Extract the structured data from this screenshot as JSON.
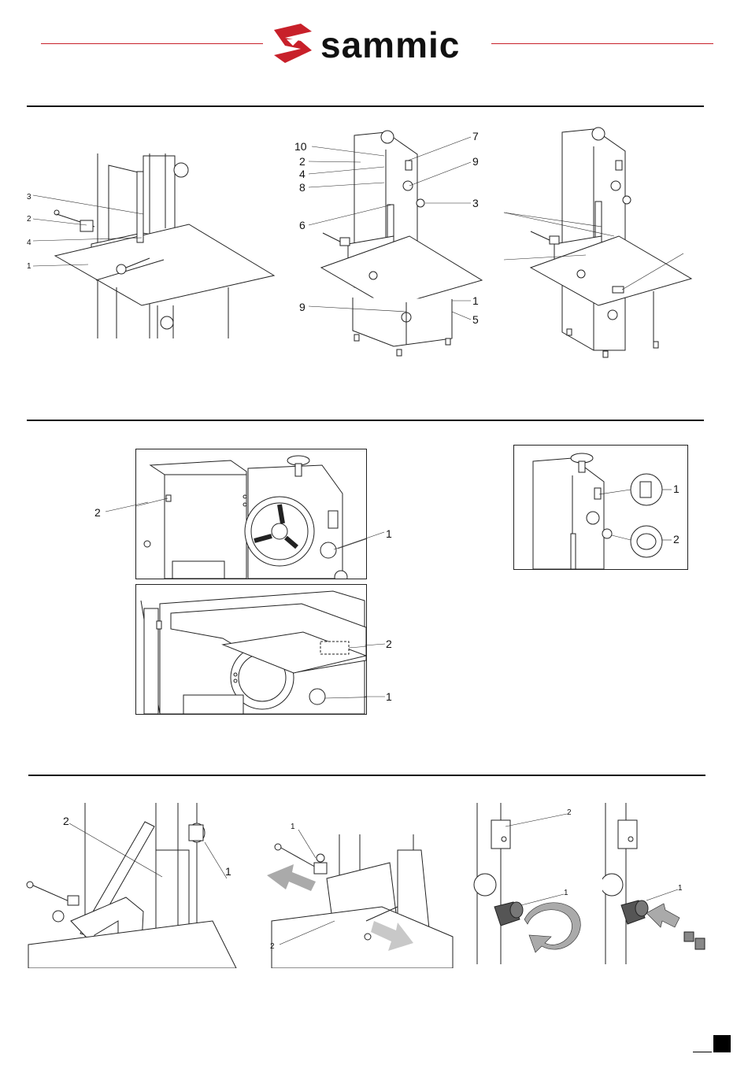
{
  "header": {
    "brand_name": "sammic",
    "brand_color": "#c8202a"
  },
  "section1": {
    "fig_a_labels": [
      "3",
      "2",
      "4",
      "1"
    ],
    "fig_b_labels_left": [
      "10",
      "2",
      "4",
      "8",
      "6",
      "9"
    ],
    "fig_b_labels_right": [
      "7",
      "9",
      "3",
      "1",
      "5"
    ]
  },
  "section2": {
    "panel_top_labels": [
      "2",
      "1"
    ],
    "panel_bottom_labels": [
      "2",
      "1"
    ],
    "panel_right_labels": [
      "1",
      "2"
    ]
  },
  "section3": {
    "fig_a_labels": [
      "2",
      "1"
    ],
    "fig_b_labels": [
      "1",
      "2"
    ],
    "fig_c_labels": [
      "2",
      "1"
    ],
    "fig_d_labels": [
      "1"
    ]
  }
}
